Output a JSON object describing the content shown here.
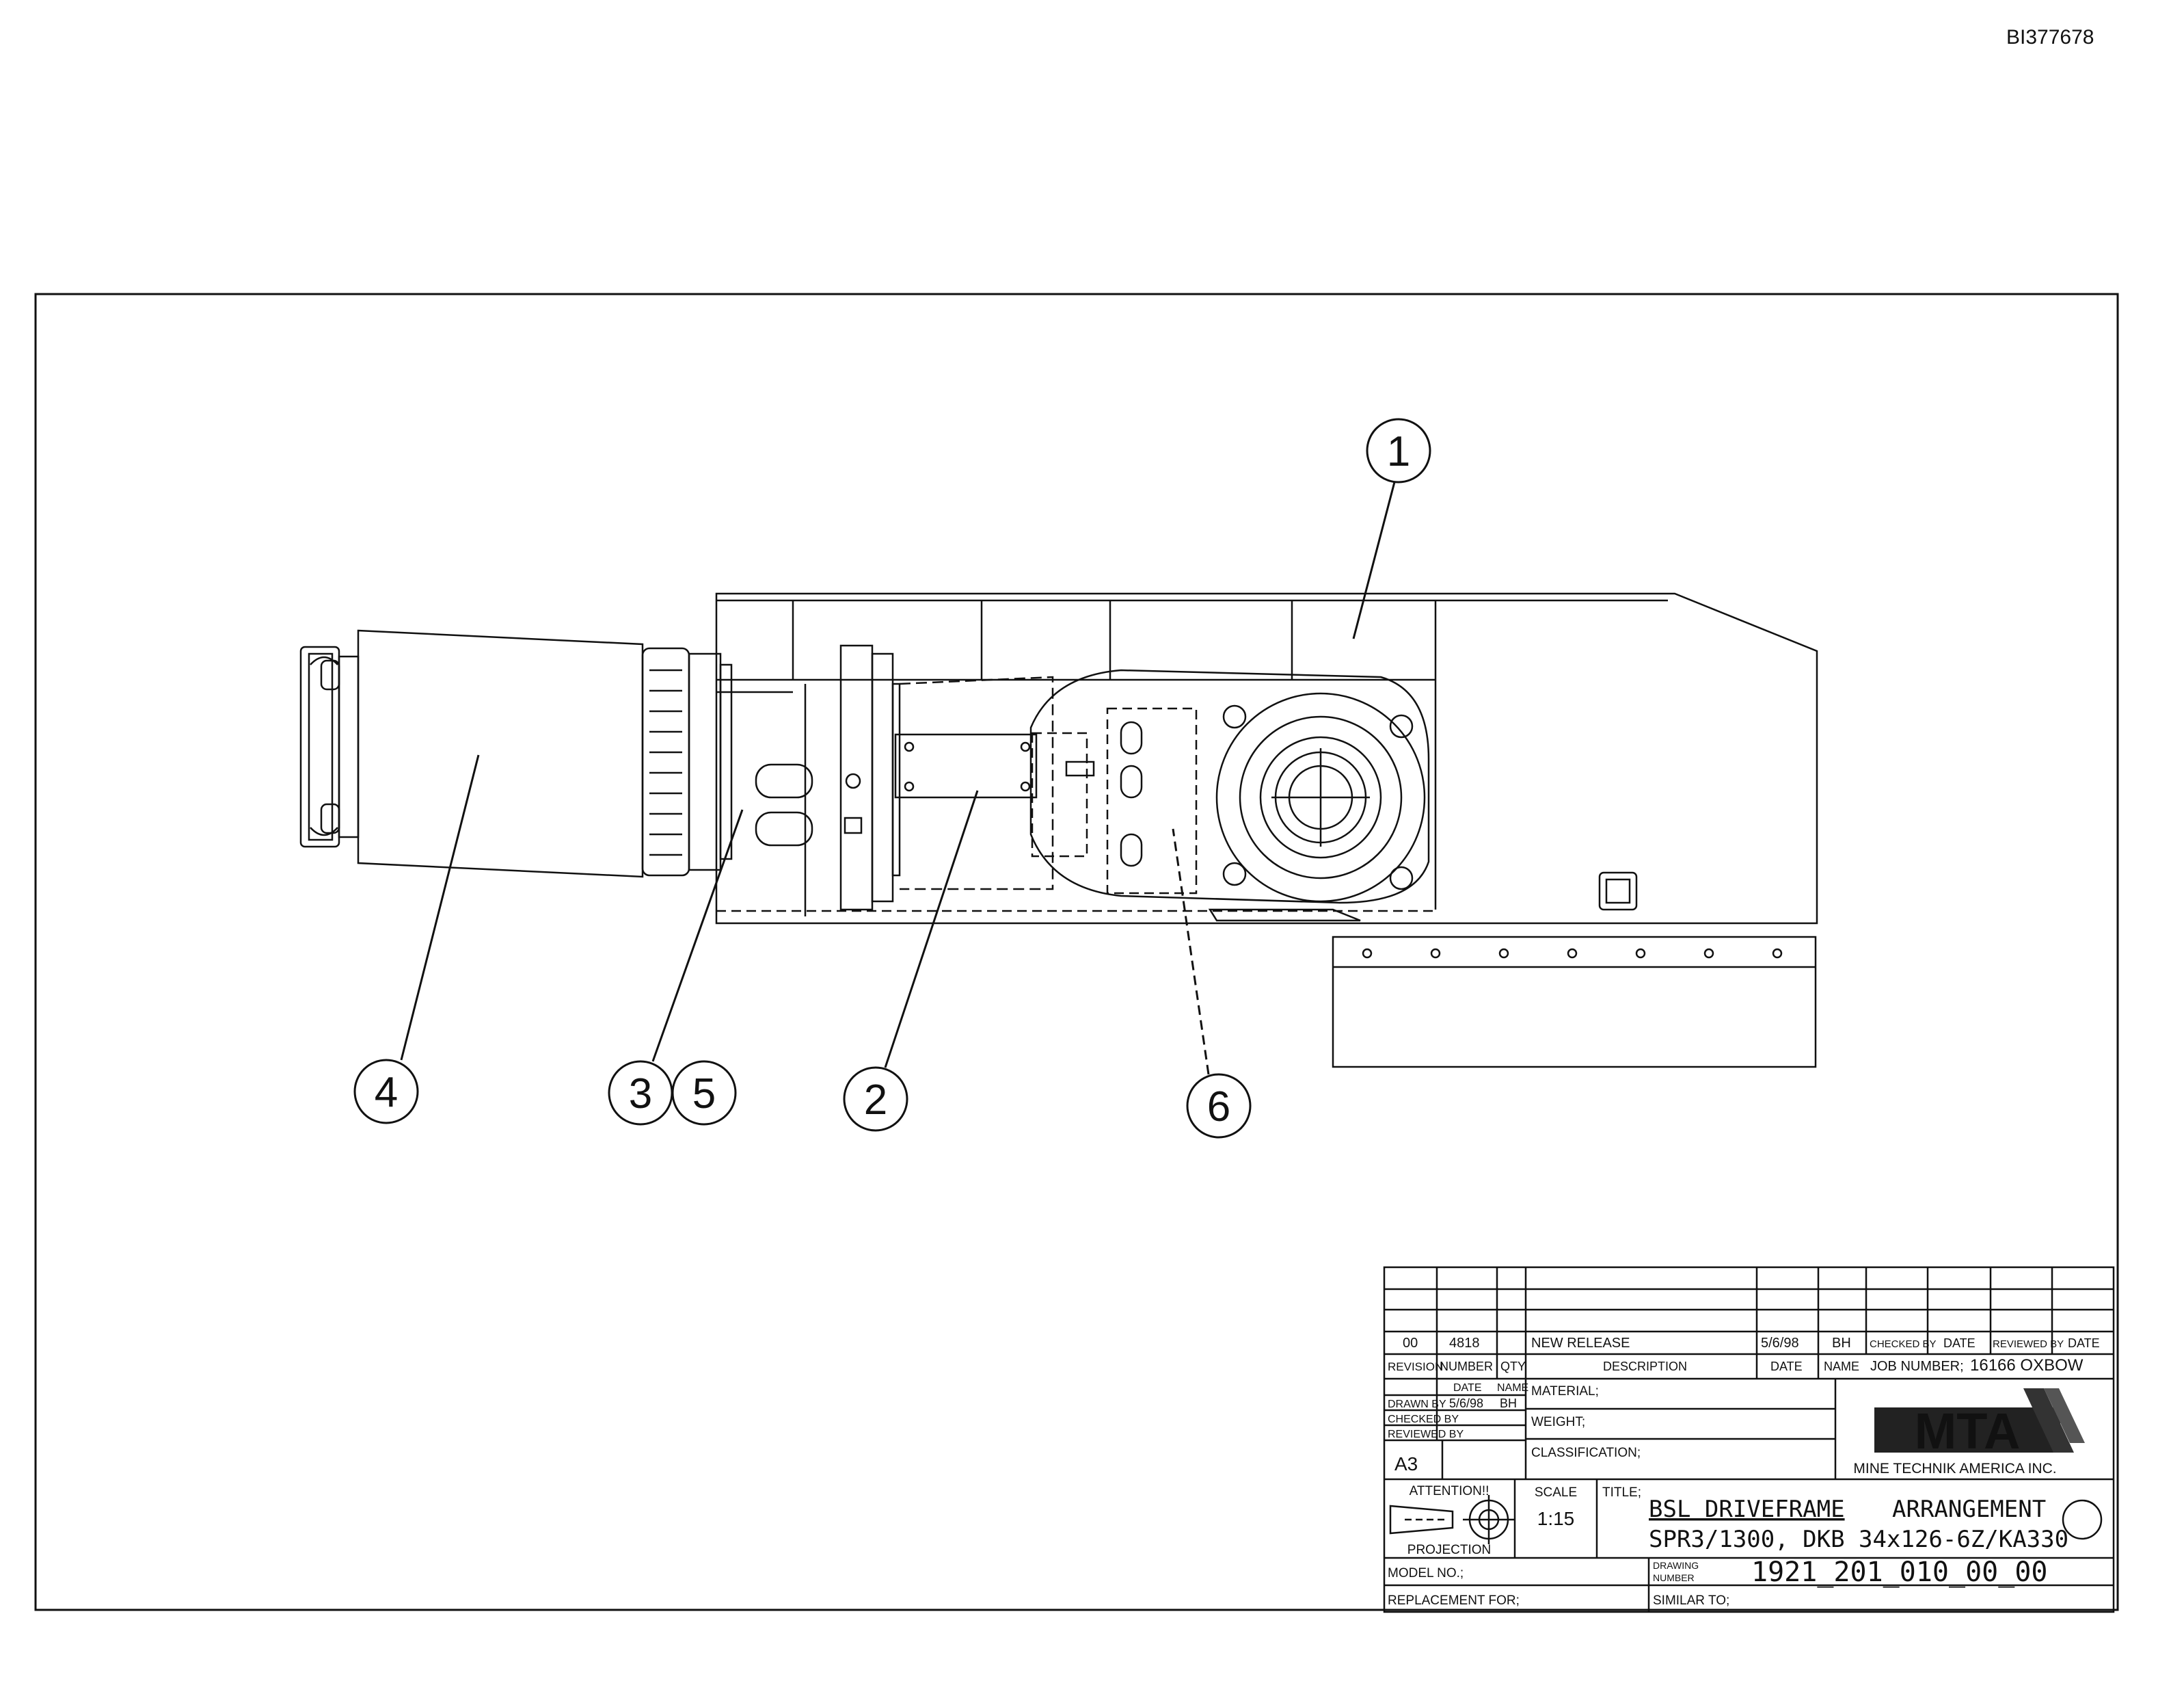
{
  "doc_id": "BI377678",
  "callouts": [
    "1",
    "2",
    "3",
    "5",
    "4",
    "6"
  ],
  "title_block": {
    "revision": {
      "rev": "00",
      "number": "4818",
      "description": "NEW RELEASE",
      "date": "5/6/98",
      "name": "BH"
    },
    "headers": {
      "revision": "REVISION",
      "number": "NUMBER",
      "qty": "QTY",
      "description": "DESCRIPTION",
      "date": "DATE",
      "name": "NAME",
      "checked_by": "CHECKED BY",
      "checked_date": "DATE",
      "reviewed_by": "REVIEWED BY",
      "reviewed_date": "DATE"
    },
    "job_number_label": "JOB NUMBER;",
    "job_number": "16166 OXBOW",
    "drawn_by_label": "DRAWN BY",
    "checked_by_label": "CHECKED BY",
    "reviewed_by_label": "REVIEWED BY",
    "date_label": "DATE",
    "name_label": "NAME",
    "drawn_date": "5/6/98",
    "drawn_name": "BH",
    "material_label": "MATERIAL;",
    "weight_label": "WEIGHT;",
    "classification_label": "CLASSIFICATION;",
    "sheet_size": "A3",
    "logo_text": "MTA",
    "company": "MINE TECHNIK AMERICA INC.",
    "attention_label": "ATTENTION!!",
    "projection_label": "PROJECTION",
    "scale_label": "SCALE",
    "scale": "1:15",
    "title_label": "TITLE;",
    "title_line1_underlined": "BSL DRIVEFRAME",
    "title_line1_rest": "ARRANGEMENT",
    "title_line2": "SPR3/1300, DKB 34x126-6Z/KA330",
    "model_no_label": "MODEL NO.;",
    "drawing_number_label_1": "DRAWING",
    "drawing_number_label_2": "NUMBER",
    "drawing_number": "1921_201_010_00_00",
    "replacement_for_label": "REPLACEMENT FOR;",
    "similar_to_label": "SIMILAR TO;"
  }
}
